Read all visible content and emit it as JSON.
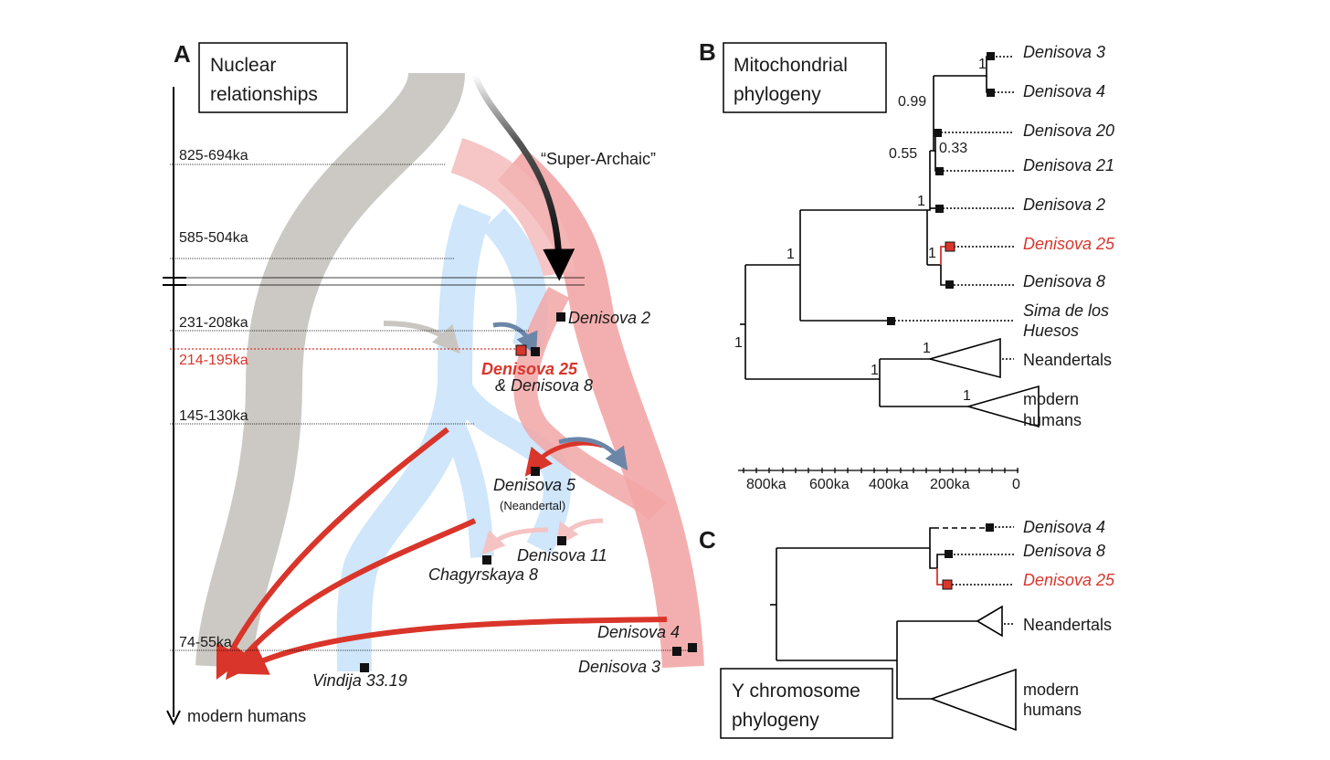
{
  "panels": {
    "a": {
      "letter": "A",
      "title_lines": [
        "Nuclear",
        "relationships"
      ],
      "time_labels": [
        "825-694ka",
        "585-504ka",
        "231-208ka",
        "214-195ka",
        "145-130ka",
        "74-55ka"
      ],
      "bottom_label": "modern humans",
      "super_archaic": "“Super-Archaic”",
      "specimens": {
        "denisova2": "Denisova 2",
        "denisova25": "Denisova 25",
        "and_denisova8": "& Denisova 8",
        "denisova5": "Denisova 5",
        "neandertal_note": "(Neandertal)",
        "denisova11": "Denisova 11",
        "chagyrskaya8": "Chagyrskaya 8",
        "denisova4": "Denisova 4",
        "denisova3": "Denisova 3",
        "vindija": "Vindija 33.19"
      }
    },
    "b": {
      "letter": "B",
      "title_lines": [
        "Mitochondrial",
        "phylogeny"
      ],
      "tips": [
        "Denisova 3",
        "Denisova 4",
        "Denisova 20",
        "Denisova 21",
        "Denisova 2",
        "Denisova 25",
        "Denisova 8"
      ],
      "sima_lines": [
        "Sima de los",
        "Huesos"
      ],
      "neandertals": "Neandertals",
      "modern_lines": [
        "modern",
        "humans"
      ],
      "node_support": [
        "1",
        "0.99",
        "0.55",
        "0.33",
        "1",
        "1",
        "1",
        "1",
        "1",
        "1"
      ],
      "axis_ticks": [
        "800ka",
        "600ka",
        "400ka",
        "200ka",
        "0"
      ]
    },
    "c": {
      "letter": "C",
      "title_lines": [
        "Y chromosome",
        "phylogeny"
      ],
      "tips": [
        "Denisova 4",
        "Denisova 8",
        "Denisova 25"
      ],
      "neandertals": "Neandertals",
      "modern_lines": [
        "modern",
        "humans"
      ]
    }
  },
  "colors": {
    "highlight_red": "#d9352a",
    "denisovan_pink": "#f2a6a6",
    "neandertal_blue": "#cfe6fb",
    "super_archaic_gray": "#c9c6c1",
    "gene_flow_blue": "#6b86a8"
  }
}
